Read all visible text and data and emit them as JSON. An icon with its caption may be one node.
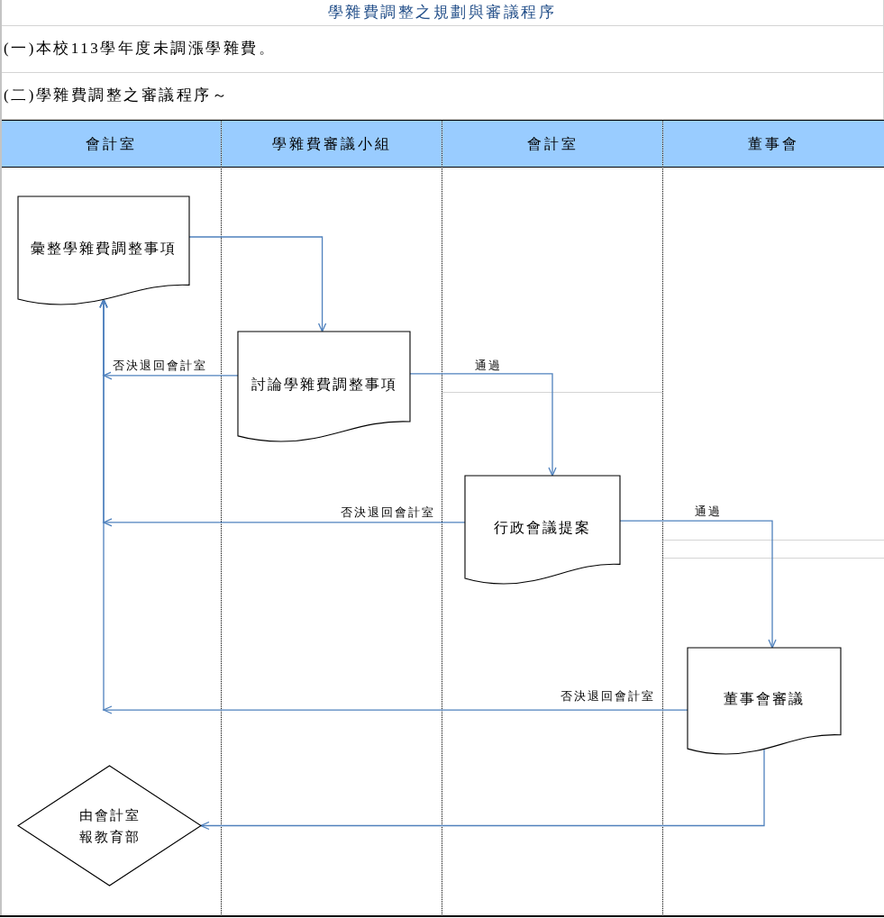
{
  "diagram": {
    "title": "學雜費調整之規劃與審議程序",
    "nodes": [
      {
        "text": [
          "會計室"
        ]
      },
      {
        "text": [
          "學雜費審議小組"
        ]
      },
      {
        "text": [
          "會計室"
        ]
      },
      {
        "text": [
          "董事會"
        ]
      },
      {
        "text": [
          "彙整學雜費調整事項"
        ],
        "in": 0
      },
      {
        "text": [
          "討論學雜費調整事項"
        ],
        "in": 1
      },
      {
        "text": [
          "行政會議提案"
        ],
        "in": 2
      },
      {
        "text": [
          "董事會審議"
        ],
        "in": 3
      },
      {
        "text": [
          "由會計室報教育部"
        ],
        "in": 0
      }
    ],
    "edges": [
      {
        "from": 4,
        "to": 5,
        "arrow": "to"
      },
      {
        "from": 5,
        "to": 4,
        "arrow": "to",
        "label": "否決退回會計室"
      },
      {
        "from": 5,
        "to": 6,
        "arrow": "to",
        "label": "通過"
      },
      {
        "from": 6,
        "to": 4,
        "arrow": "to",
        "label": "否決退回會計室"
      },
      {
        "from": 6,
        "to": 7,
        "arrow": "to",
        "label": "通過"
      },
      {
        "from": 7,
        "to": 4,
        "arrow": "to",
        "label": "否決退回會計室"
      },
      {
        "from": 7,
        "to": 8,
        "arrow": "to"
      }
    ],
    "labels": [
      "(一)本校113學年度未調漲學雜費。",
      "(二)學雜費調整之審議程序～"
    ]
  }
}
